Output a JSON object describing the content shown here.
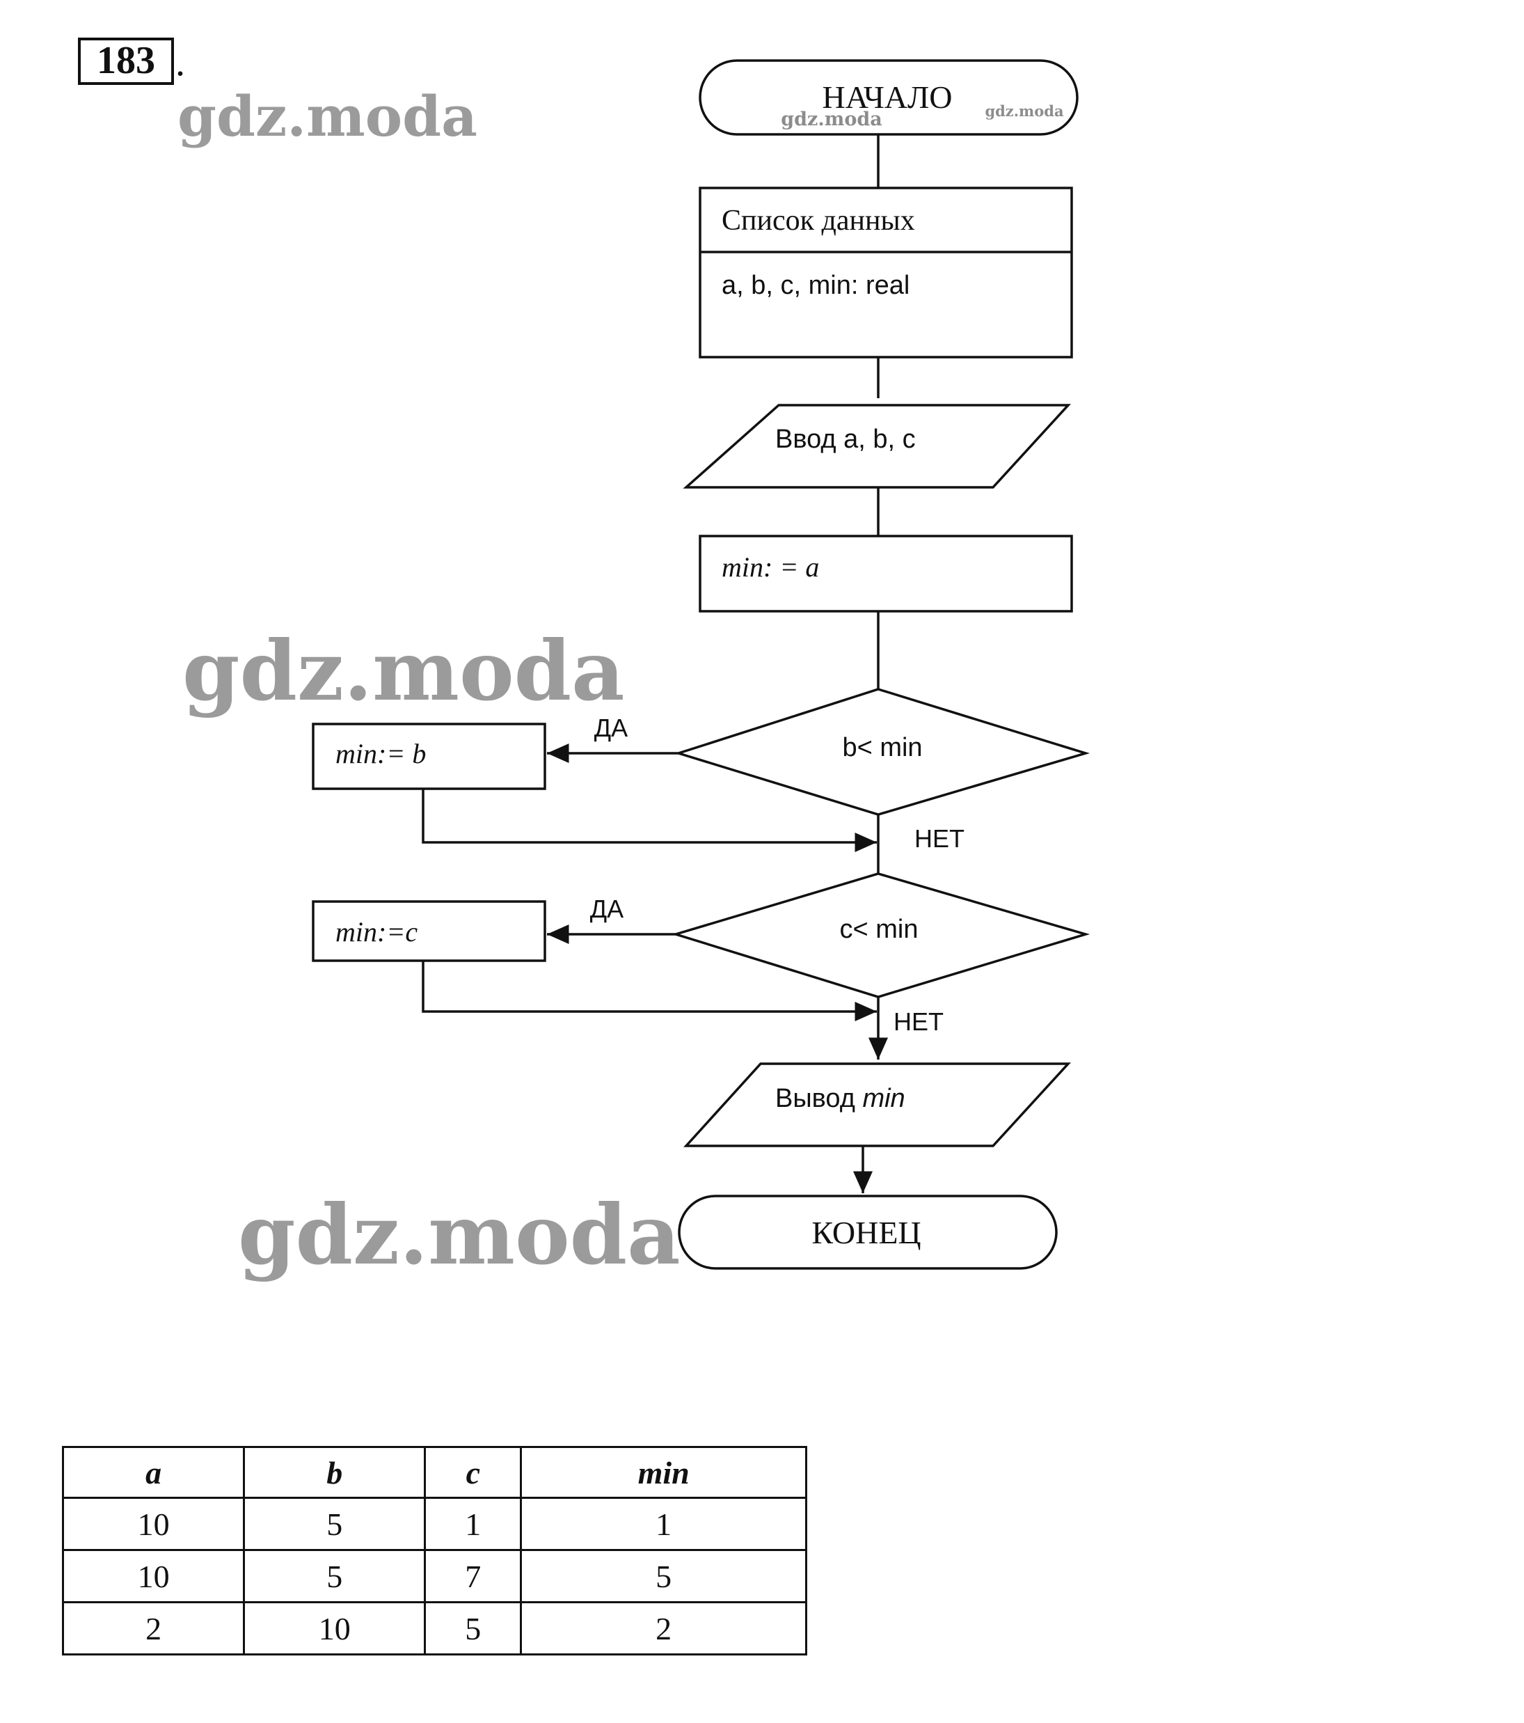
{
  "problem_number": "183",
  "problem_suffix": ".",
  "watermark": "gdz.moda",
  "flowchart": {
    "start": "НАЧАЛО",
    "data_list_title": "Список данных",
    "data_list_vars": "a, b, c, min: real",
    "input": "Ввод a, b, c",
    "assign_a": "min: = a",
    "cond_b": "b< min",
    "assign_b": "min:= b",
    "cond_c": "c< min",
    "assign_c": "min:=c",
    "yes_label": "ДА",
    "no_label": "НЕТ",
    "output_prefix": "Вывод ",
    "output_var": "min",
    "end": "КОНЕЦ"
  },
  "table": {
    "headers": [
      "a",
      "b",
      "c",
      "min"
    ],
    "rows": [
      [
        "10",
        "5",
        "1",
        "1"
      ],
      [
        "10",
        "5",
        "7",
        "5"
      ],
      [
        "2",
        "10",
        "5",
        "2"
      ]
    ]
  }
}
